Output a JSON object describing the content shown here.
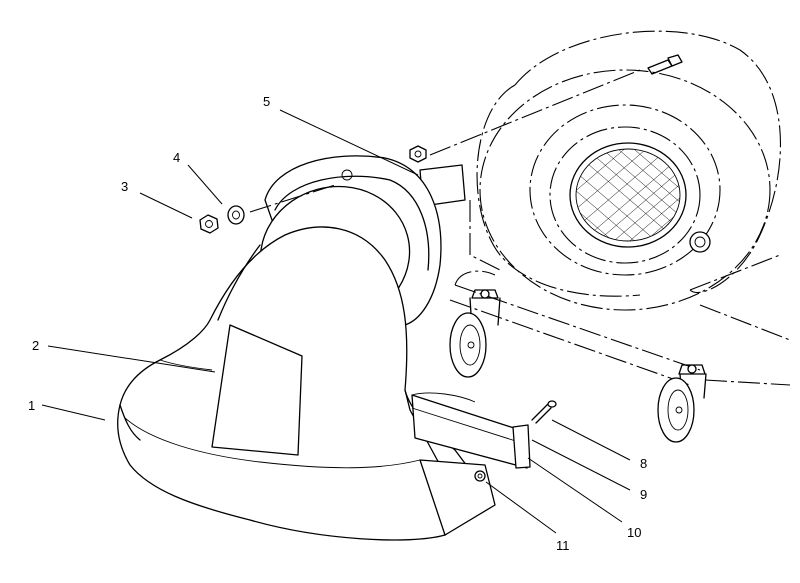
{
  "diagram": {
    "callouts": [
      {
        "id": "1",
        "label": "1"
      },
      {
        "id": "2",
        "label": "2"
      },
      {
        "id": "3",
        "label": "3"
      },
      {
        "id": "4",
        "label": "4"
      },
      {
        "id": "5",
        "label": "5"
      },
      {
        "id": "8",
        "label": "8"
      },
      {
        "id": "9",
        "label": "9"
      },
      {
        "id": "10",
        "label": "10"
      },
      {
        "id": "11",
        "label": "11"
      }
    ],
    "parts": [
      {
        "id": "deflector",
        "callout": "1"
      },
      {
        "id": "decal",
        "callout": "2"
      },
      {
        "id": "nut",
        "callout": "3"
      },
      {
        "id": "washer",
        "callout": "4"
      },
      {
        "id": "bracket",
        "callout": "5"
      },
      {
        "id": "cotter-pin",
        "callout": "8"
      },
      {
        "id": "pivot-bar",
        "callout": "9"
      },
      {
        "id": "support-bar",
        "callout": "10"
      },
      {
        "id": "bolt",
        "callout": "11"
      }
    ],
    "colors": {
      "line": "#000000",
      "background": "#ffffff"
    }
  }
}
